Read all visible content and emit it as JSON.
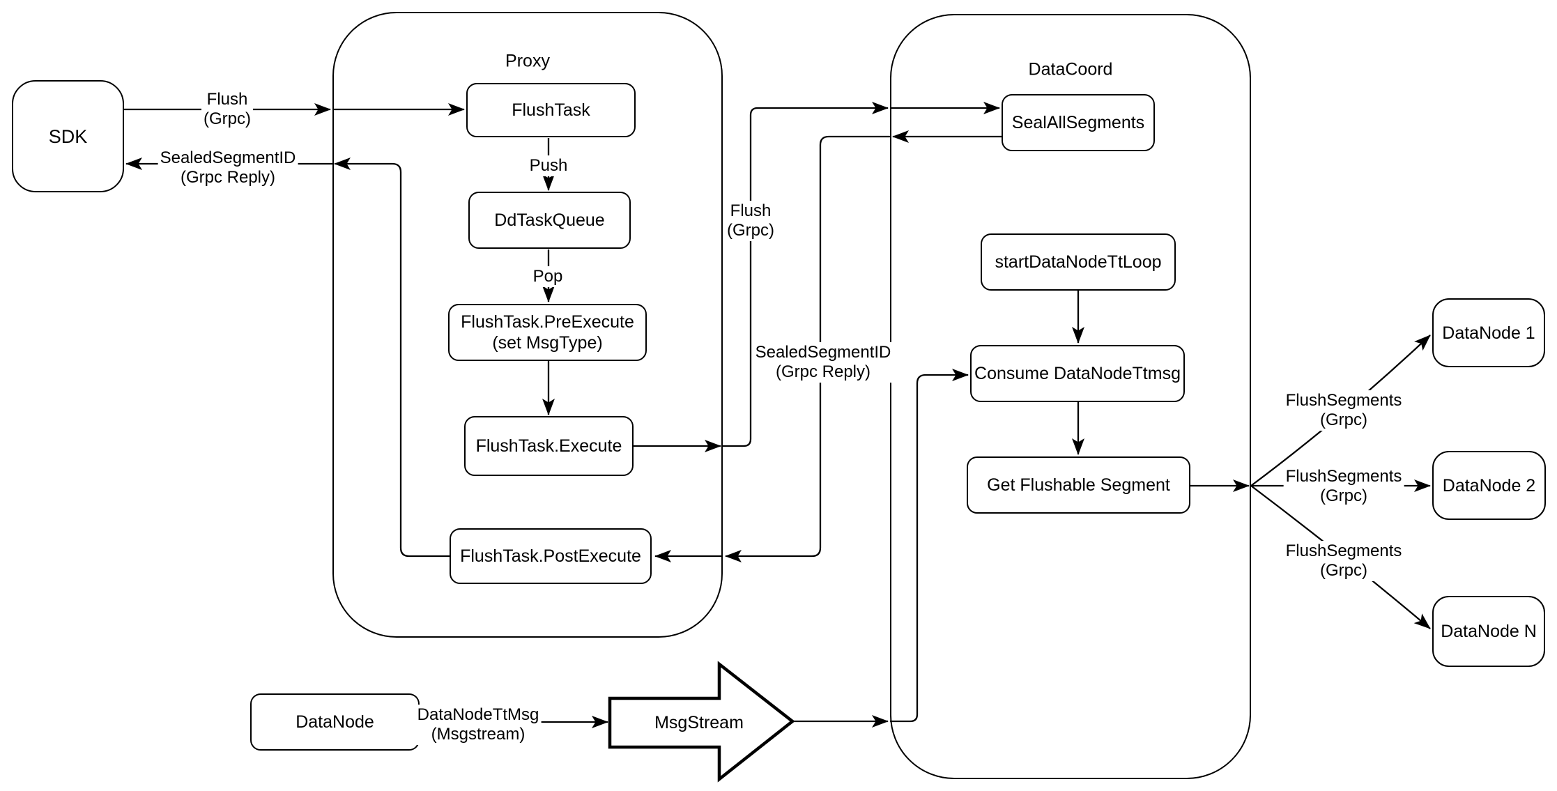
{
  "diagram": {
    "containers": {
      "proxy": {
        "title": "Proxy"
      },
      "datacoord": {
        "title": "DataCoord"
      }
    },
    "nodes": {
      "sdk": {
        "label": "SDK"
      },
      "flush_task": {
        "label": "FlushTask"
      },
      "dd_task_queue": {
        "label": "DdTaskQueue"
      },
      "pre_execute": {
        "line1": "FlushTask.PreExecute",
        "line2": "(set MsgType)"
      },
      "execute": {
        "label": "FlushTask.Execute"
      },
      "post_execute": {
        "label": "FlushTask.PostExecute"
      },
      "seal_all_segments": {
        "label": "SealAllSegments"
      },
      "start_loop": {
        "label": "startDataNodeTtLoop"
      },
      "consume": {
        "label": "Consume DataNodeTtmsg"
      },
      "get_flushable": {
        "label": "Get Flushable Segment"
      },
      "datanode1": {
        "label": "DataNode 1"
      },
      "datanode2": {
        "label": "DataNode 2"
      },
      "datanoden": {
        "label": "DataNode N"
      },
      "datanode_src": {
        "label": "DataNode"
      },
      "msgstream": {
        "label": "MsgStream"
      }
    },
    "edge_labels": {
      "flush_sdk": {
        "line1": "Flush",
        "line2": "(Grpc)"
      },
      "sealed_sdk": {
        "line1": "SealedSegmentID",
        "line2": "(Grpc Reply)"
      },
      "push": {
        "label": "Push"
      },
      "pop": {
        "label": "Pop"
      },
      "flush_dc": {
        "line1": "Flush",
        "line2": "(Grpc)"
      },
      "sealed_dc": {
        "line1": "SealedSegmentID",
        "line2": "(Grpc Reply)"
      },
      "flush_seg1": {
        "line1": "FlushSegments",
        "line2": "(Grpc)"
      },
      "flush_seg2": {
        "line1": "FlushSegments",
        "line2": "(Grpc)"
      },
      "flush_seg3": {
        "line1": "FlushSegments",
        "line2": "(Grpc)"
      },
      "ttmsg": {
        "line1": "DataNodeTtMsg",
        "line2": "(Msgstream)"
      }
    },
    "colors": {
      "stroke": "#000000",
      "node_fill": "#ffffff",
      "background": "#ffffff"
    }
  }
}
